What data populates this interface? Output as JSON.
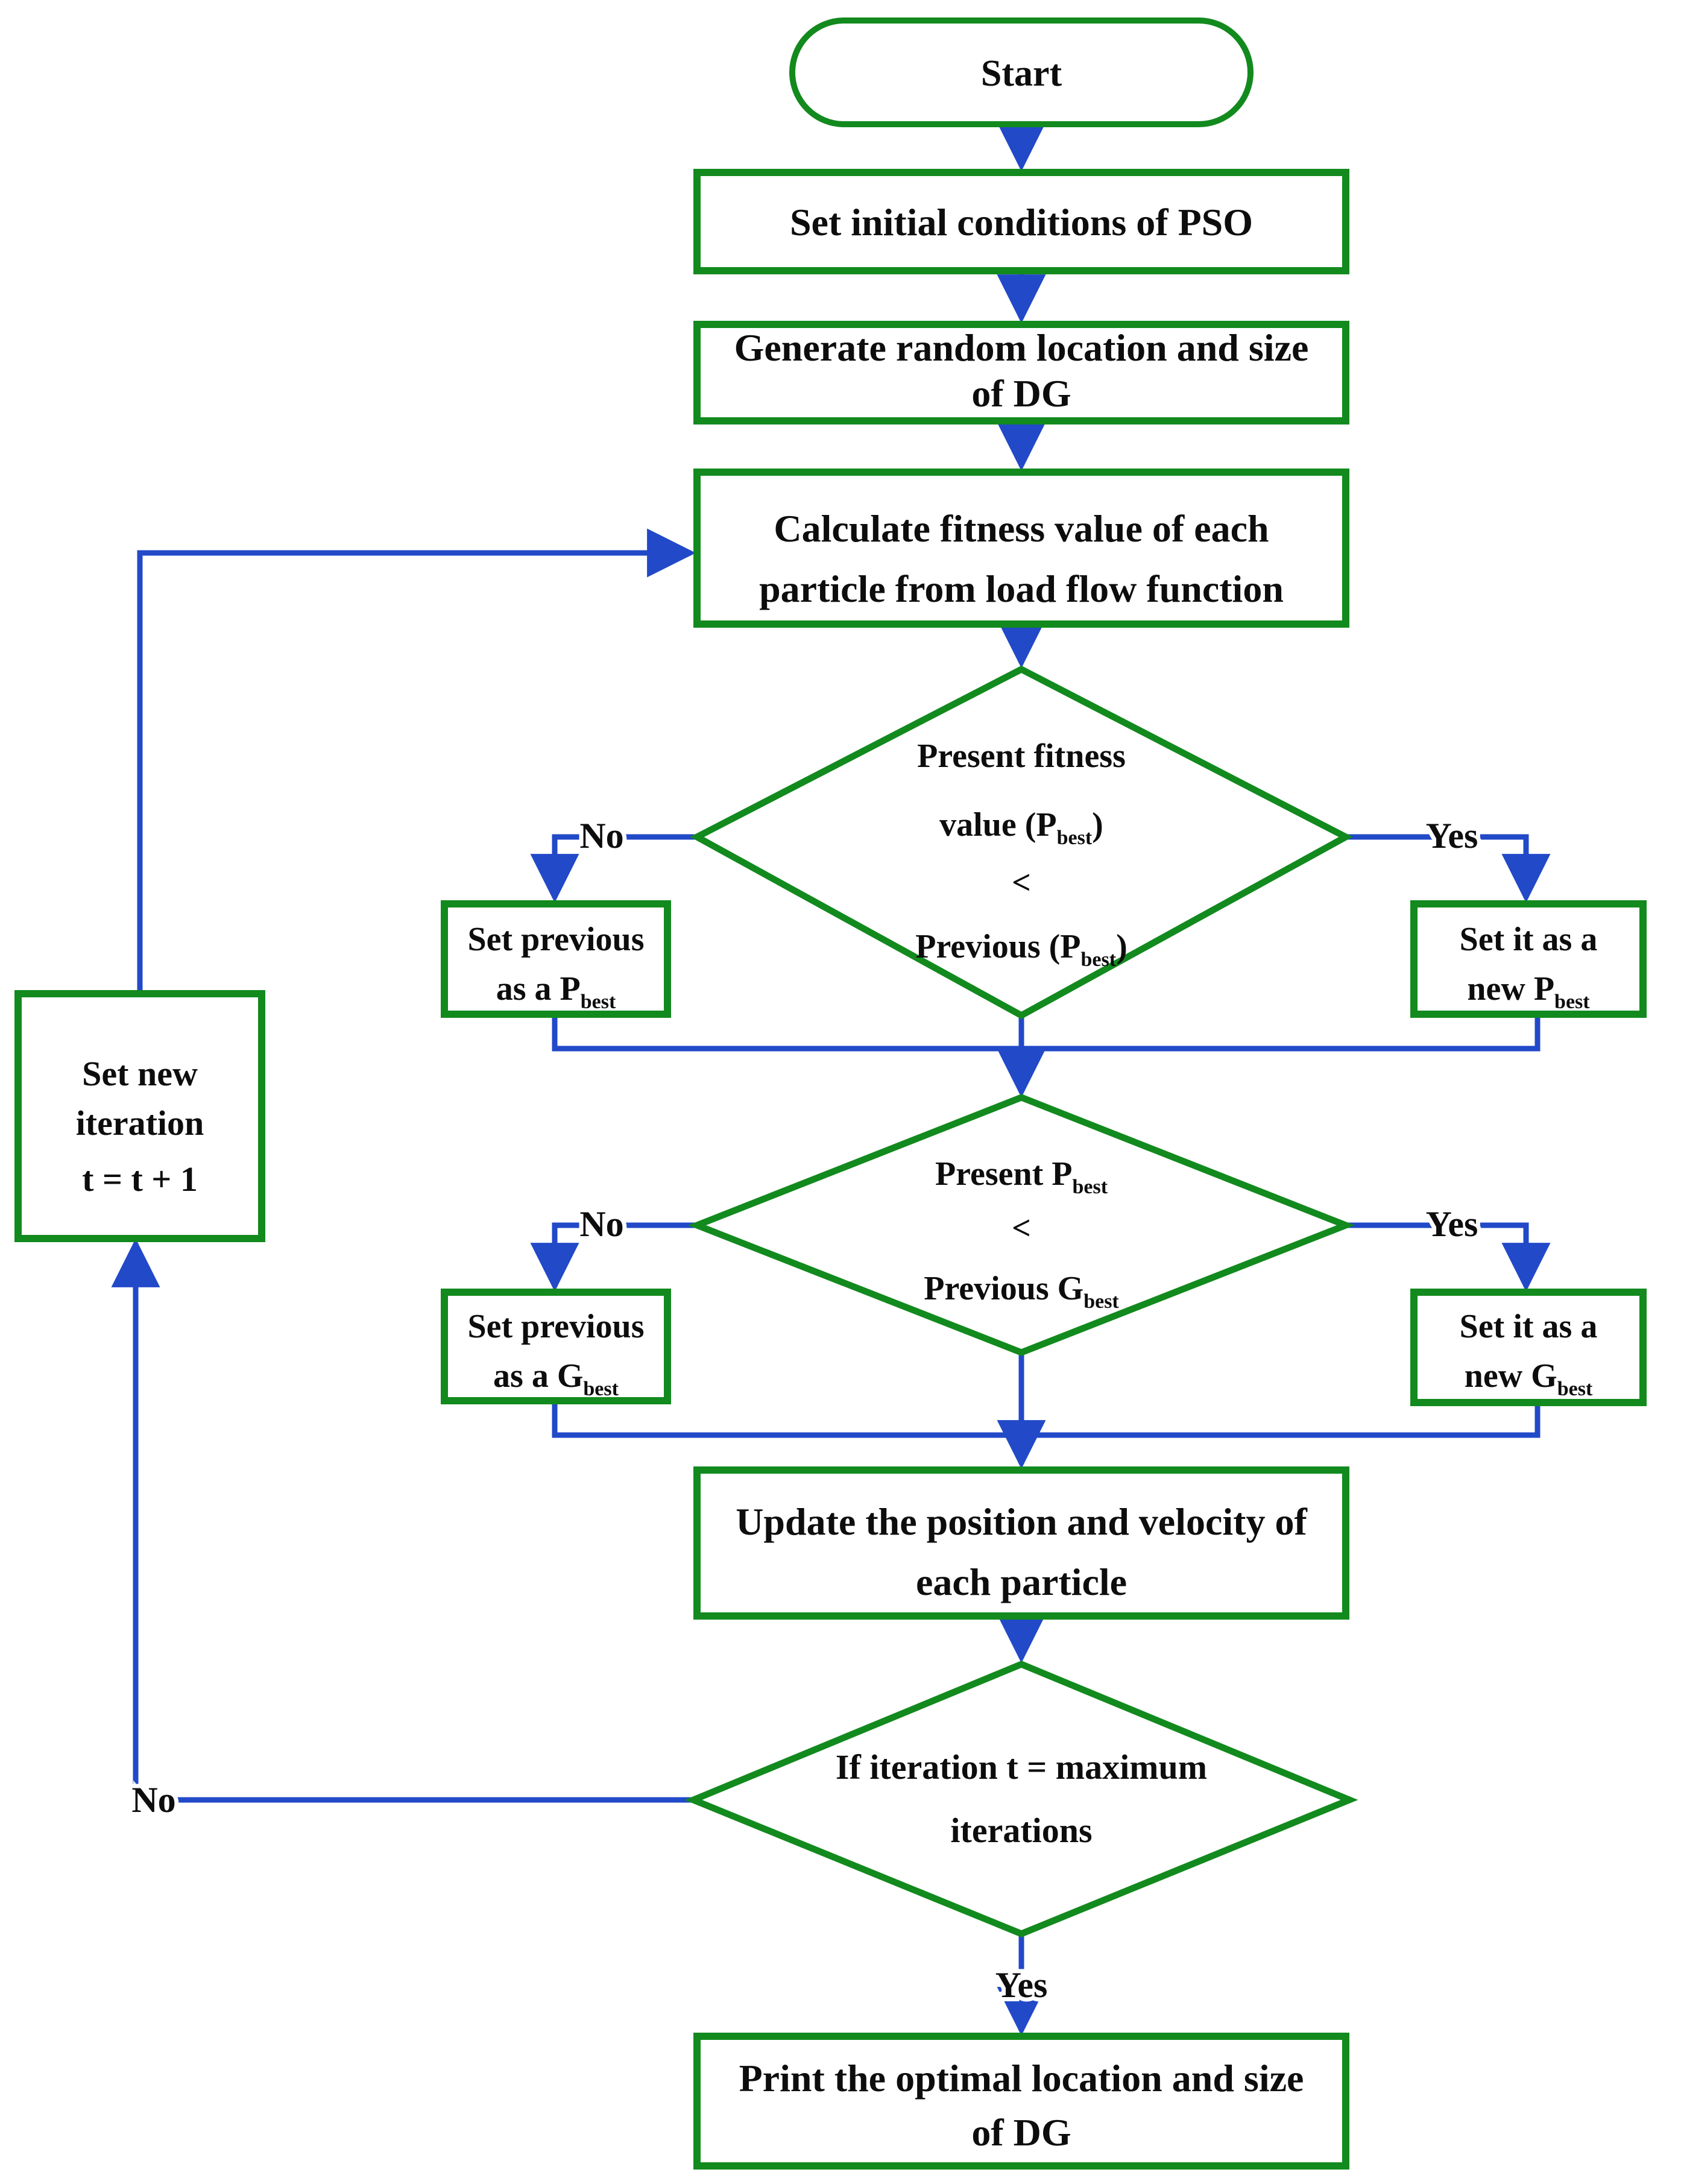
{
  "figure": {
    "type": "flowchart",
    "topic": "PSO algorithm for optimal DG location and sizing"
  },
  "colors": {
    "shape_border_green": "#128a1e",
    "arrow_blue": "#2149c8",
    "text": "#0d0d0d",
    "background": "#ffffff"
  },
  "nodes": {
    "start": {
      "label": "Start"
    },
    "init": {
      "label": "Set initial conditions of PSO"
    },
    "generate": {
      "line1": "Generate random location and size",
      "line2": "of DG"
    },
    "calculate": {
      "line1": "Calculate fitness value of each",
      "line2": "particle from load flow function"
    },
    "decision_pbest": {
      "line1": "Present fitness",
      "line2_pre": "value (P",
      "line2_sub": "best",
      "line2_post": ")",
      "line3": "<",
      "line4_pre": "Previous (P",
      "line4_sub": "best",
      "line4_post": ")"
    },
    "set_prev_pbest": {
      "line1": "Set previous",
      "line2_pre": "as a P",
      "line2_sub": "best"
    },
    "set_new_pbest": {
      "line1": "Set it as a",
      "line2_pre": "new P",
      "line2_sub": "best"
    },
    "decision_gbest": {
      "line1_pre": "Present P",
      "line1_sub": "best",
      "line2": "<",
      "line3_pre": "Previous G",
      "line3_sub": "best"
    },
    "set_prev_gbest": {
      "line1": "Set previous",
      "line2_pre": "as a G",
      "line2_sub": "best"
    },
    "set_new_gbest": {
      "line1": "Set it as a",
      "line2_pre": "new G",
      "line2_sub": "best"
    },
    "update": {
      "line1": "Update the position and velocity of",
      "line2": "each particle"
    },
    "decision_iter": {
      "line1": "If iteration t = maximum",
      "line2": "iterations"
    },
    "new_iteration": {
      "line1": "Set new",
      "line2": "iteration",
      "line3": "t = t + 1"
    },
    "print": {
      "line1": "Print the optimal location and size",
      "line2": "of DG"
    }
  },
  "edge_labels": {
    "no_pbest": "No",
    "yes_pbest": "Yes",
    "no_gbest": "No",
    "yes_gbest": "Yes",
    "no_iter": "No",
    "yes_iter": "Yes"
  }
}
